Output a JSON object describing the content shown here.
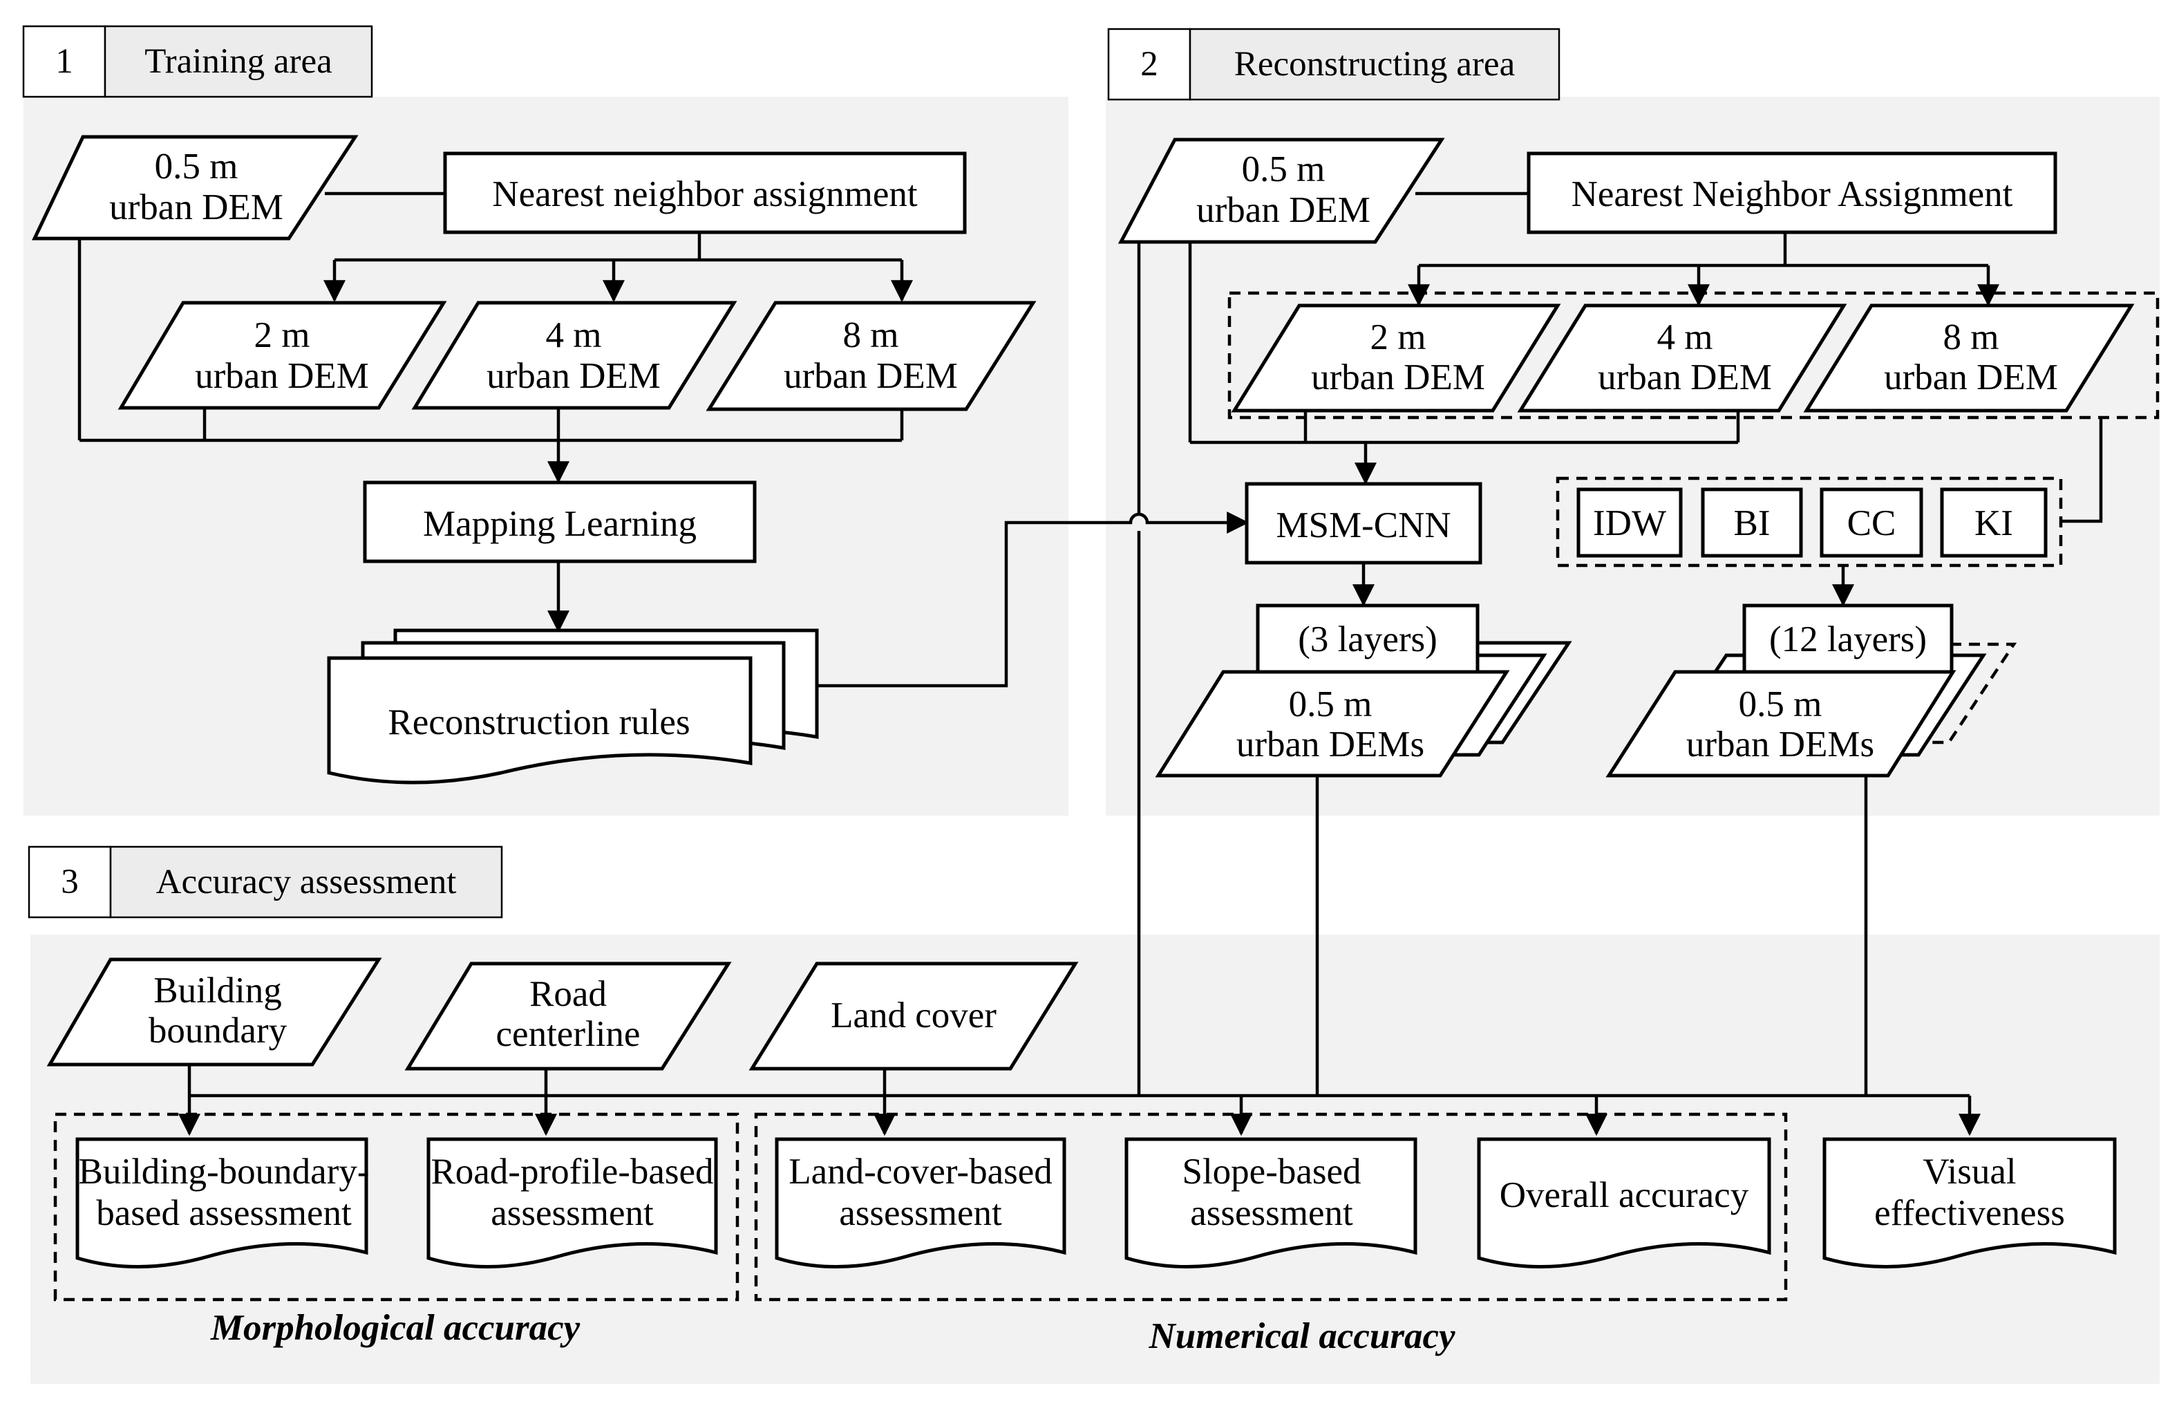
{
  "sections": {
    "training": {
      "number": "1",
      "title": "Training area"
    },
    "reconstructing": {
      "number": "2",
      "title": "Reconstructing area"
    },
    "accuracy": {
      "number": "3",
      "title": "Accuracy assessment"
    }
  },
  "training": {
    "dem_05": [
      "0.5 m",
      "urban DEM"
    ],
    "nna": "Nearest neighbor assignment",
    "dem_2": [
      "2 m",
      "urban DEM"
    ],
    "dem_4": [
      "4 m",
      "urban DEM"
    ],
    "dem_8": [
      "8 m",
      "urban DEM"
    ],
    "mapping": "Mapping Learning",
    "rules": "Reconstruction rules"
  },
  "reconstructing": {
    "dem_05": [
      "0.5 m",
      "urban DEM"
    ],
    "nna": "Nearest Neighbor Assignment",
    "dem_2": [
      "2 m",
      "urban DEM"
    ],
    "dem_4": [
      "4 m",
      "urban DEM"
    ],
    "dem_8": [
      "8 m",
      "urban DEM"
    ],
    "msm": "MSM-CNN",
    "interp": [
      "IDW",
      "BI",
      "CC",
      "KI"
    ],
    "layers3": "(3 layers)",
    "layers12": "(12 layers)",
    "out_a": [
      "0.5 m",
      "urban DEMs"
    ],
    "out_b": [
      "0.5 m",
      "urban DEMs"
    ]
  },
  "accuracy": {
    "inputs": {
      "building": [
        "Building",
        "boundary"
      ],
      "road": [
        "Road",
        "centerline"
      ],
      "landcover": "Land cover"
    },
    "outputs": {
      "bb": [
        "Building-boundary-",
        "based assessment"
      ],
      "rp": [
        "Road-profile-based",
        "assessment"
      ],
      "lc": [
        "Land-cover-based",
        "assessment"
      ],
      "sl": [
        "Slope-based",
        "assessment"
      ],
      "ov": "Overall accuracy",
      "ve": [
        "Visual",
        "effectiveness"
      ]
    },
    "groups": {
      "morph": "Morphological accuracy",
      "num": "Numerical accuracy"
    }
  }
}
